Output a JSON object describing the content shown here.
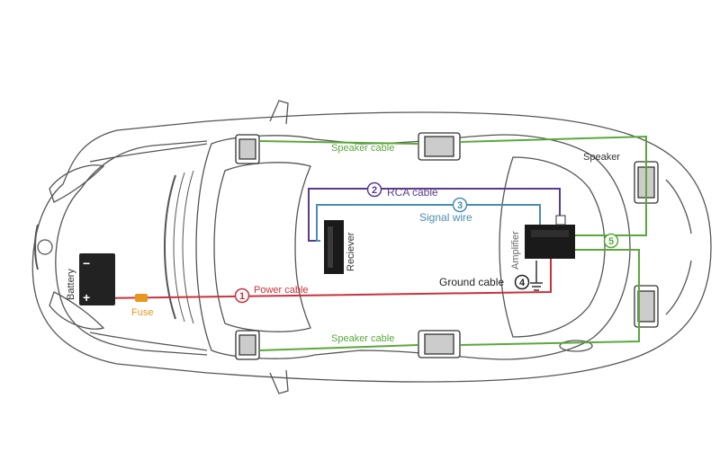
{
  "labels": {
    "speaker_cable_top": "Speaker cable",
    "speaker_cable_bottom": "Speaker cable",
    "speaker": "Speaker",
    "rca_cable": "RCA cable",
    "signal_wire": "Signal wire",
    "receiver": "Reciever",
    "amplifier": "Amplifier",
    "ground_cable": "Ground cable",
    "power_cable": "Power cable",
    "fuse": "Fuse",
    "battery": "Battery"
  },
  "markers": {
    "power": "1",
    "rca": "2",
    "signal": "3",
    "ground": "4",
    "speaker": "5"
  },
  "colors": {
    "speaker_cable": "#5aa83c",
    "rca_cable": "#5a3c8c",
    "signal_wire": "#4a8cb4",
    "power_cable": "#c8323c",
    "fuse": "#e8961e",
    "ground_cable": "#333333",
    "outline": "#555555"
  },
  "icons": {
    "battery_plus": "+",
    "battery_minus": "−"
  }
}
